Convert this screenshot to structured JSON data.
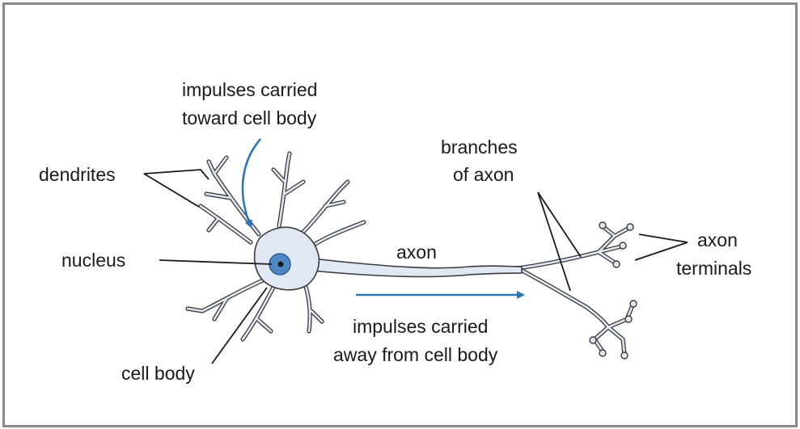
{
  "labels": {
    "impulses_toward_line1": "impulses carried",
    "impulses_toward_line2": "toward cell body",
    "dendrites": "dendrites",
    "nucleus": "nucleus",
    "cell_body": "cell body",
    "axon": "axon",
    "branches_line1": "branches",
    "branches_line2": "of axon",
    "axon_terminals_line1": "axon",
    "axon_terminals_line2": "terminals",
    "impulses_away_line1": "impulses carried",
    "impulses_away_line2": "away from cell body"
  },
  "colors": {
    "cell_fill": "#dfe8f3",
    "nucleus_fill": "#4f86c4",
    "arrow": "#2b77b5",
    "outline": "#3a3a3a",
    "frame_border": "#8a8a8a"
  }
}
